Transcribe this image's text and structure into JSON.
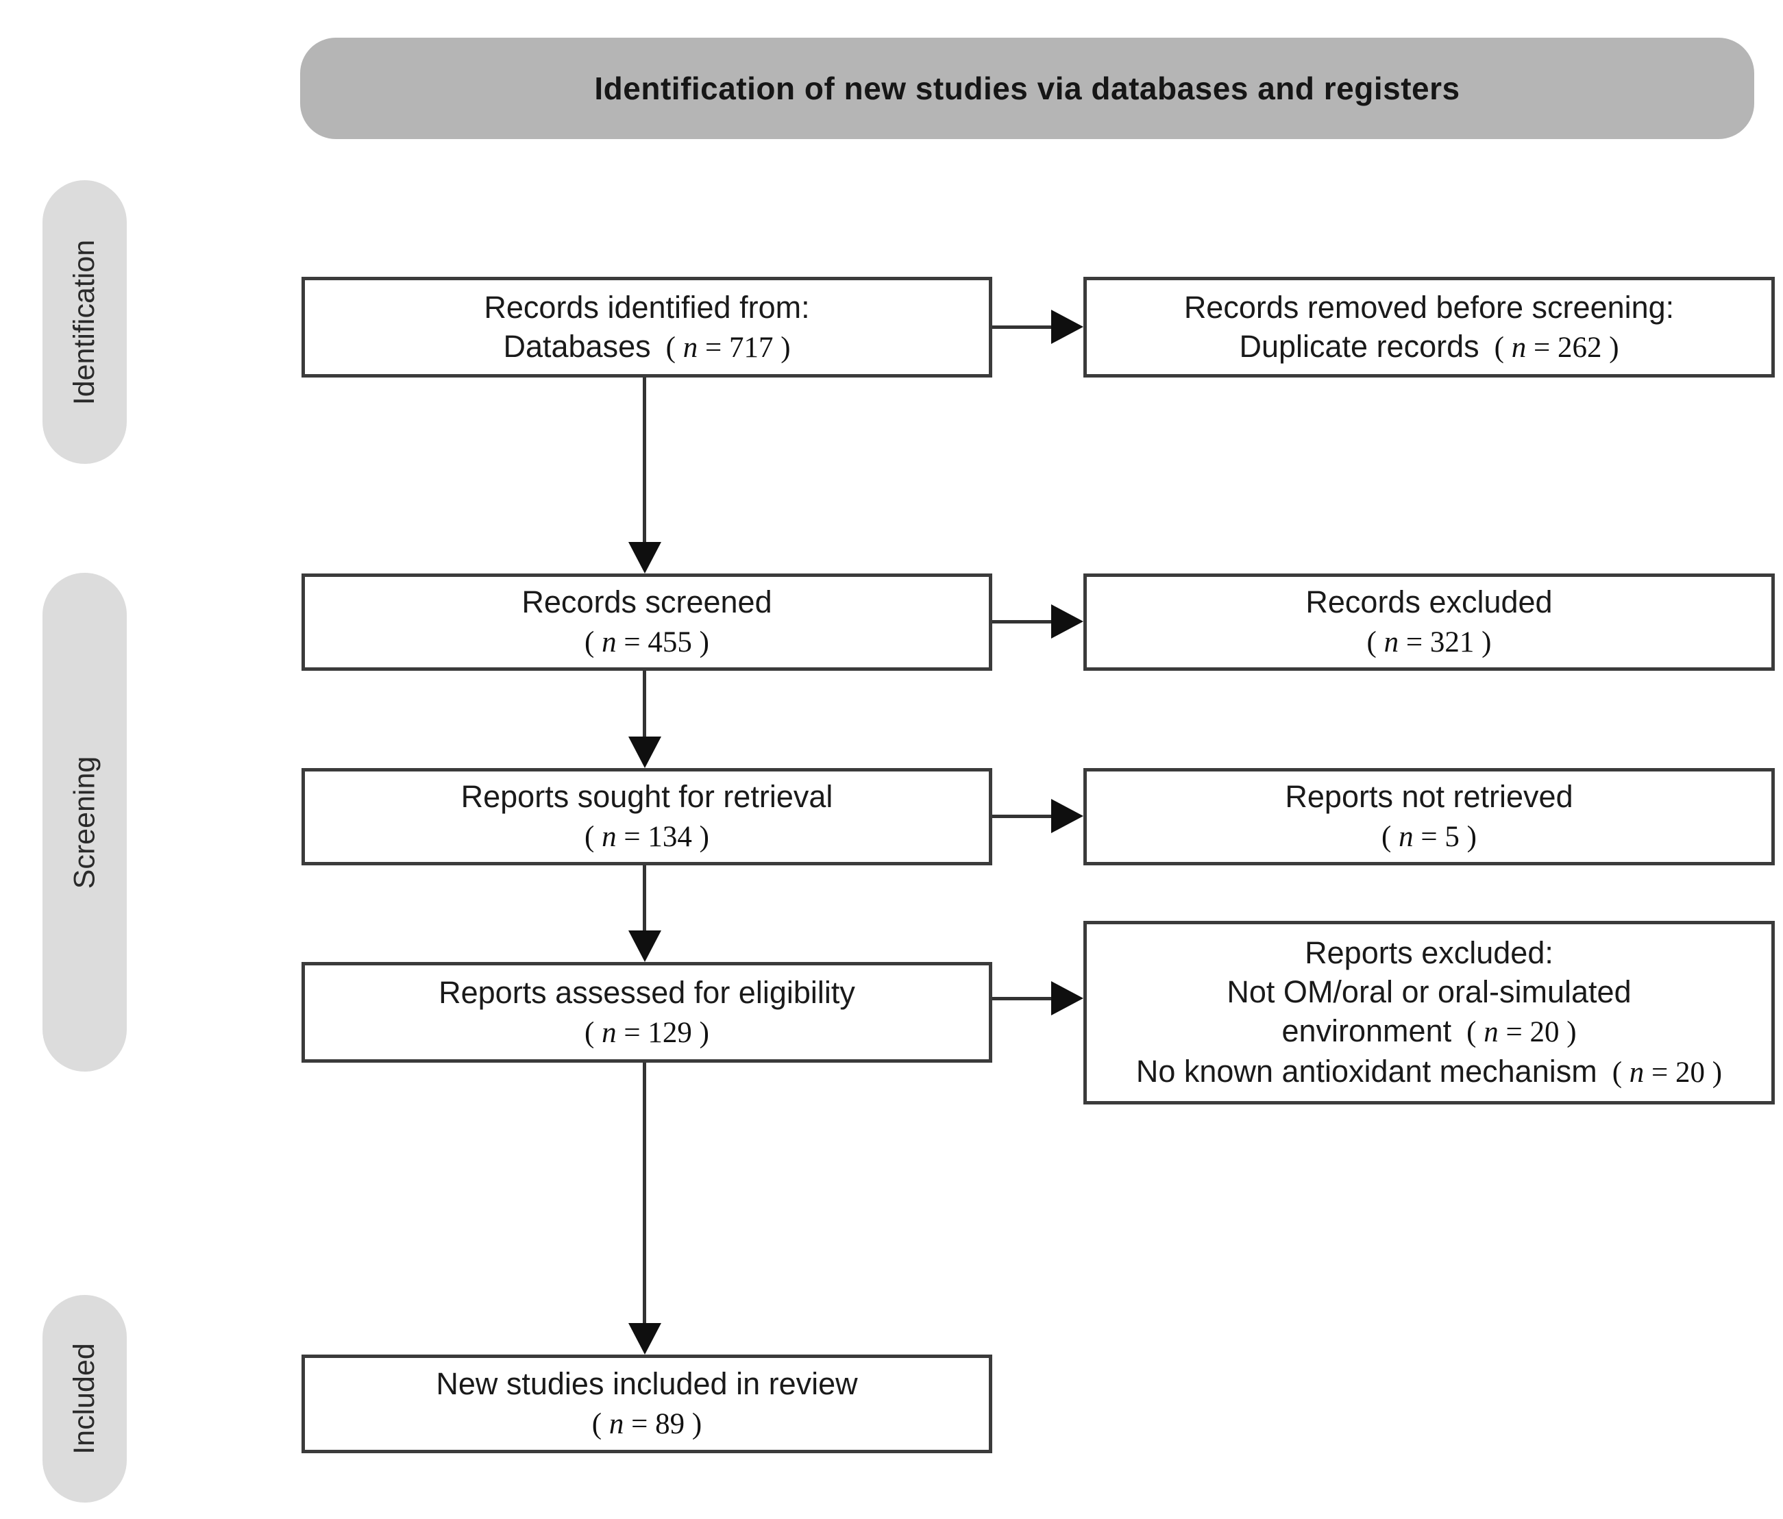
{
  "header": {
    "title": "Identification of new studies via databases and registers"
  },
  "stages": [
    {
      "label": "Identification"
    },
    {
      "label": "Screening"
    },
    {
      "label": "Included"
    }
  ],
  "n_var": "n",
  "boxes": [
    {
      "id": "records-identified",
      "lines": [
        {
          "text": "Records identified from:"
        },
        {
          "text": "Databases",
          "n": "717"
        }
      ]
    },
    {
      "id": "records-removed-before-screening",
      "lines": [
        {
          "text": "Records removed before screening:"
        },
        {
          "text": "Duplicate records",
          "n": "262"
        }
      ]
    },
    {
      "id": "records-screened",
      "lines": [
        {
          "text": "Records screened"
        },
        {
          "n": "455"
        }
      ]
    },
    {
      "id": "records-excluded",
      "lines": [
        {
          "text": "Records excluded"
        },
        {
          "n": "321"
        }
      ]
    },
    {
      "id": "reports-sought-for-retrieval",
      "lines": [
        {
          "text": "Reports sought for retrieval"
        },
        {
          "n": "134"
        }
      ]
    },
    {
      "id": "reports-not-retrieved",
      "lines": [
        {
          "text": "Reports not retrieved"
        },
        {
          "n": "5"
        }
      ]
    },
    {
      "id": "reports-assessed-for-eligibility",
      "lines": [
        {
          "text": "Reports assessed for eligibility"
        },
        {
          "n": "129"
        }
      ]
    },
    {
      "id": "reports-excluded",
      "lines": [
        {
          "text": "Reports excluded:"
        },
        {
          "text": "Not OM/oral or oral-simulated"
        },
        {
          "text": "environment",
          "n": "20"
        },
        {
          "text": "No known antioxidant mechanism",
          "n": "20"
        }
      ]
    },
    {
      "id": "new-studies-included-in-review",
      "lines": [
        {
          "text": "New studies included in review"
        },
        {
          "n": "89"
        }
      ]
    }
  ],
  "colors": {
    "header_fill": "#b5b5b5",
    "stage_pill_fill": "#dcdcdc",
    "box_border": "#3b3b3b",
    "arrow": "#0f0f0f",
    "text": "#1a1a1a"
  }
}
